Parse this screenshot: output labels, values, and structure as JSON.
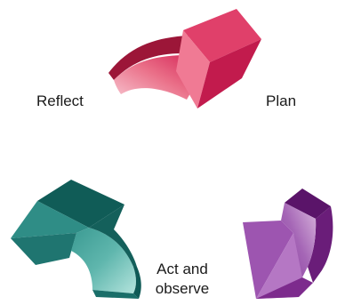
{
  "stages": {
    "reflect": "Reflect",
    "plan": "Plan",
    "act_observe": "Act and observe"
  },
  "colors": {
    "pink_top": "#f5b1c0",
    "pink_main": "#e8637c",
    "pink_dark": "#a8173c",
    "pink_side": "#c81d4f",
    "purple_light": "#cfa5d3",
    "purple_main": "#8a3fa0",
    "purple_dark": "#5a1469",
    "purple_side": "#71207f",
    "teal_light": "#8fd3c9",
    "teal_main": "#2e8f88",
    "teal_dark": "#0f5a56",
    "teal_side": "#196b66"
  }
}
